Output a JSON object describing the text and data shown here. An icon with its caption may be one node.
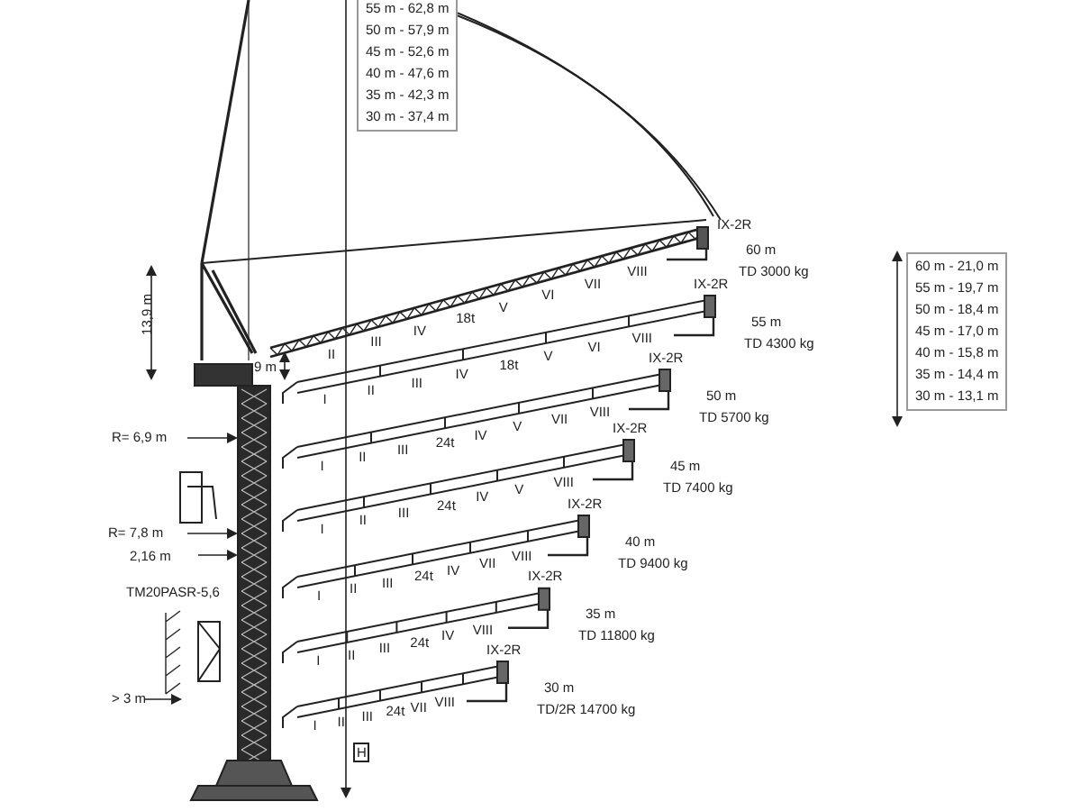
{
  "diagram": {
    "nodes": [
      {
        "text": [
          "55 m - 62,8 m",
          "50 m - 57,9 m",
          "45 m - 52,6 m",
          "40 m - 47,6 m",
          "35 m - 42,3 m",
          "30 m - 37,4 m"
        ]
      },
      {
        "text": [
          "60 m - 21,0 m",
          "55 m - 19,7 m",
          "50 m - 18,4 m",
          "45 m - 17,0 m",
          "40 m - 15,8 m",
          "35 m - 14,4 m",
          "30 m - 13,1 m"
        ]
      }
    ],
    "labels": [
      "13,9 m",
      "9 m",
      "R= 6,9 m",
      "R= 7,8 m",
      "2,16 m",
      "TM20PASR-5,6",
      "> 3 m",
      "H",
      "II",
      "III",
      "IV",
      "18t",
      "V",
      "VI",
      "VII",
      "VIII",
      "IX-2R",
      "60 m",
      "TD 3000 kg",
      "I",
      "II",
      "III",
      "IV",
      "18t",
      "V",
      "VI",
      "VIII",
      "IX-2R",
      "55 m",
      "TD 4300 kg",
      "I",
      "II",
      "III",
      "24t",
      "IV",
      "V",
      "VII",
      "VIII",
      "IX-2R",
      "50 m",
      "TD 5700 kg",
      "I",
      "II",
      "III",
      "24t",
      "IV",
      "V",
      "VIII",
      "IX-2R",
      "45 m",
      "TD 7400 kg",
      "I",
      "II",
      "III",
      "24t",
      "IV",
      "VII",
      "VIII",
      "IX-2R",
      "40 m",
      "TD 9400 kg",
      "I",
      "II",
      "III",
      "24t",
      "IV",
      "VIII",
      "IX-2R",
      "35 m",
      "TD 11800 kg",
      "I",
      "II",
      "III",
      "24t",
      "VII",
      "VIII",
      "IX-2R",
      "30 m",
      "TD/2R 14700 kg"
    ]
  }
}
